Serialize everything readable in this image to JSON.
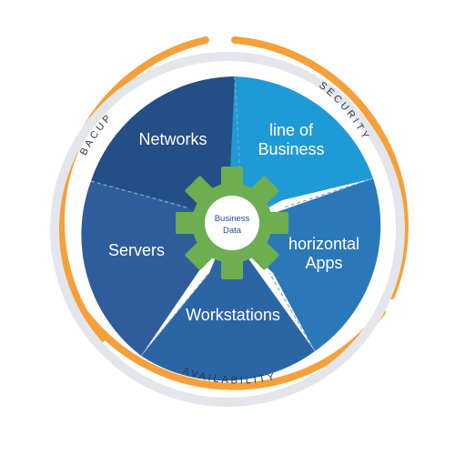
{
  "center": {
    "line1": "Business",
    "line2": "Data"
  },
  "segments": {
    "networks": "Networks",
    "lob_line1": "line of",
    "lob_line2": "Business",
    "apps_line1": "horizontal",
    "apps_line2": "Apps",
    "workstations": "Workstations",
    "servers": "Servers"
  },
  "ring": {
    "left": "BACUP",
    "top_right": "SECURITY",
    "bottom": "AVAILABILITY"
  },
  "colors": {
    "ring": "#f5a03a",
    "networks": "#244e86",
    "line_of_business": "#1e9ad6",
    "horizontal_apps": "#2a78b8",
    "workstations": "#2c65a6",
    "servers": "#2f5d9c",
    "gear": "#6cae50",
    "ring_text": "#2f3640"
  }
}
